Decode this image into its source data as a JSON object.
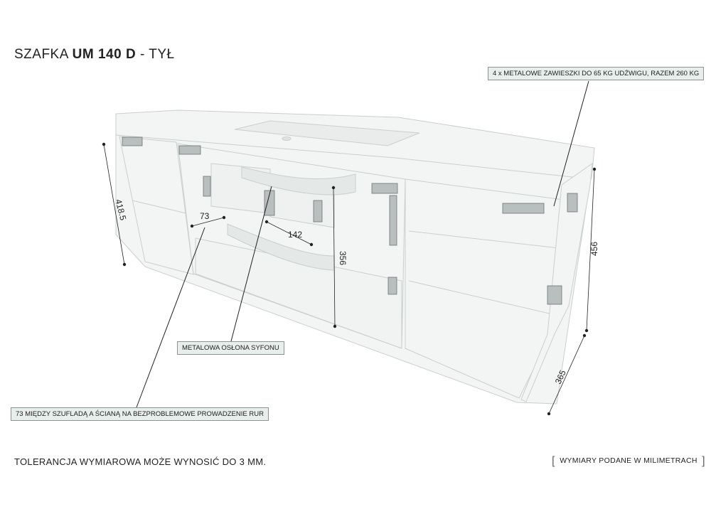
{
  "title": {
    "prefix": "SZAFKA ",
    "model": "UM 140 D",
    "suffix": " - TYŁ"
  },
  "callouts": {
    "hangers": "4 x METALOWE ZAWIESZKI DO 65 KG UDŹWIGU, RAZEM 260 KG",
    "siphon": "METALOWA OSŁONA SYFONU",
    "gap": "73 MIĘDZY SZUFLADĄ A ŚCIANĄ NA BEZPROBLEMOWE PROWADZENIE RUR"
  },
  "dimensions": {
    "left_height": "418.5",
    "gap": "73",
    "cover_width": "142",
    "cover_height": "356",
    "right_height": "456",
    "depth": "365"
  },
  "footer": {
    "tolerance": "TOLERANCJA WYMIAROWA MOŻE WYNOSIĆ DO 3 MM.",
    "units": "WYMIARY PODANE W MILIMETRACH",
    "bracket_open": "[",
    "bracket_close": "]"
  },
  "colors": {
    "panel": "#f3f5f4",
    "edge": "#c9cfcd",
    "callout_bg": "#e7eeec",
    "line": "#222222"
  }
}
